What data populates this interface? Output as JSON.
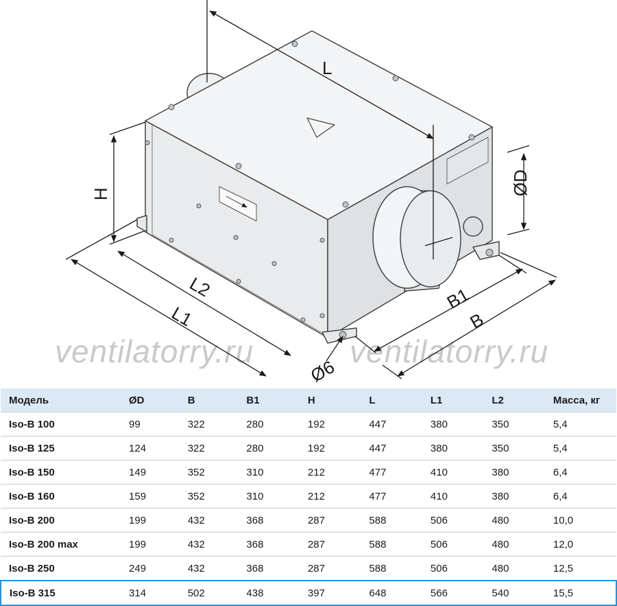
{
  "drawing": {
    "labels": {
      "L": "L",
      "H": "H",
      "L2": "L2",
      "L1": "L1",
      "B1": "B1",
      "B": "B",
      "D": "ØD",
      "hole": "Ø6"
    },
    "watermark": "ventilatorry.ru"
  },
  "table": {
    "headers": [
      "Модель",
      "ØD",
      "B",
      "B1",
      "H",
      "L",
      "L1",
      "L2",
      "Масса, кг"
    ],
    "rows": [
      [
        "Iso-B 100",
        "99",
        "322",
        "280",
        "192",
        "447",
        "380",
        "350",
        "5,4"
      ],
      [
        "Iso-B 125",
        "124",
        "322",
        "280",
        "192",
        "447",
        "380",
        "350",
        "5,4"
      ],
      [
        "Iso-B 150",
        "149",
        "352",
        "310",
        "212",
        "477",
        "410",
        "380",
        "6,4"
      ],
      [
        "Iso-B 160",
        "159",
        "352",
        "310",
        "212",
        "477",
        "410",
        "380",
        "6,4"
      ],
      [
        "Iso-B 200",
        "199",
        "432",
        "368",
        "287",
        "588",
        "506",
        "480",
        "10,0"
      ],
      [
        "Iso-B 200 max",
        "199",
        "432",
        "368",
        "287",
        "588",
        "506",
        "480",
        "12,0"
      ],
      [
        "Iso-B 250",
        "249",
        "432",
        "368",
        "287",
        "588",
        "506",
        "480",
        "12,5"
      ],
      [
        "Iso-B 315",
        "314",
        "502",
        "438",
        "397",
        "648",
        "566",
        "540",
        "15,5"
      ]
    ],
    "highlight_row": "Iso-B 315",
    "highlight_color": "#2a8fd6",
    "header_bg": "#dbe9f6"
  }
}
